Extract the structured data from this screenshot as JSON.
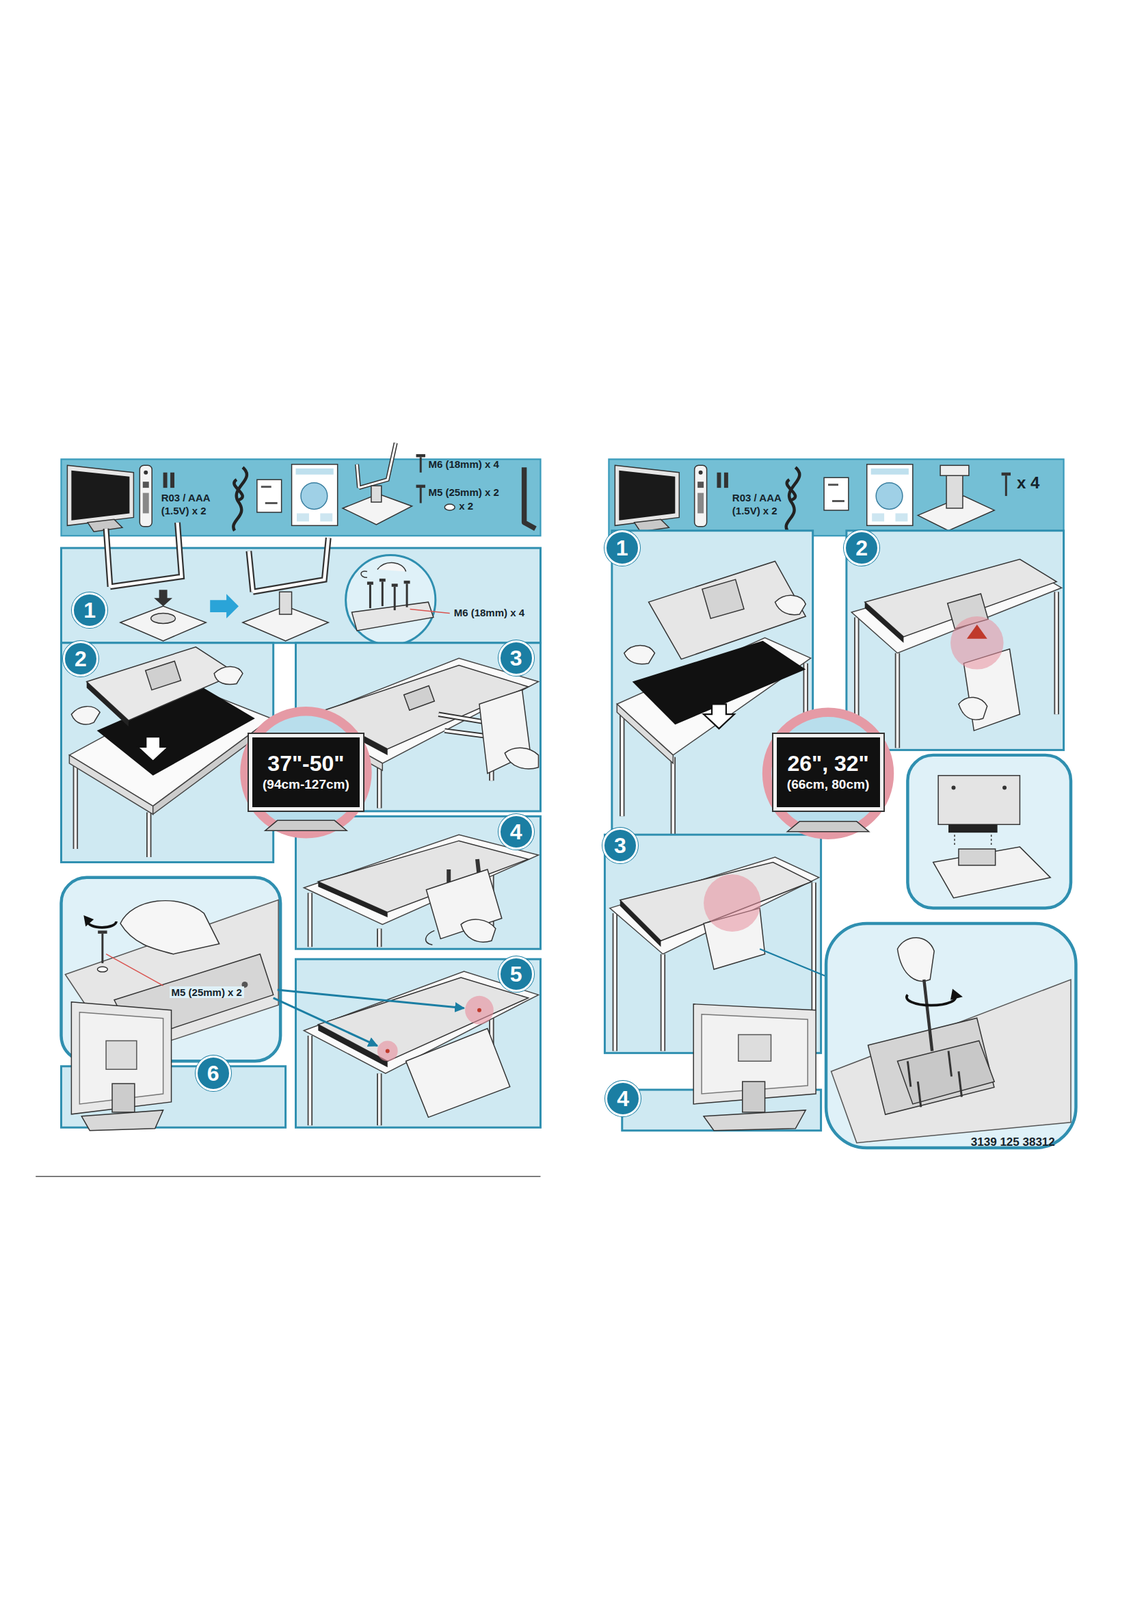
{
  "diagram": {
    "nodes": [
      {
        "text": [
          "1"
        ]
      },
      {
        "text": [
          "2"
        ]
      },
      {
        "text": [
          "3"
        ]
      },
      {
        "text": [
          "37\"-50\"",
          "(94cm-127cm)"
        ]
      },
      {
        "text": [
          "4"
        ]
      },
      {
        "text": [
          "5"
        ]
      },
      {
        "text": [
          "6"
        ]
      },
      {
        "text": [
          "1"
        ]
      },
      {
        "text": [
          "2"
        ]
      },
      {
        "text": [
          "26\", 32\"",
          "(66cm, 80cm)"
        ]
      },
      {
        "text": [
          "3"
        ]
      },
      {
        "text": [
          "4"
        ]
      }
    ],
    "labels": [
      "R03 / AAA",
      "(1.5V) x 2",
      "M6 (18mm) x 4",
      "M5 (25mm) x 2",
      "x 2",
      "M6 (18mm) x 4",
      "M5 (25mm) x 2",
      "R03 / AAA",
      "(1.5V) x 2",
      "x 4",
      "3139 125 38312"
    ]
  }
}
